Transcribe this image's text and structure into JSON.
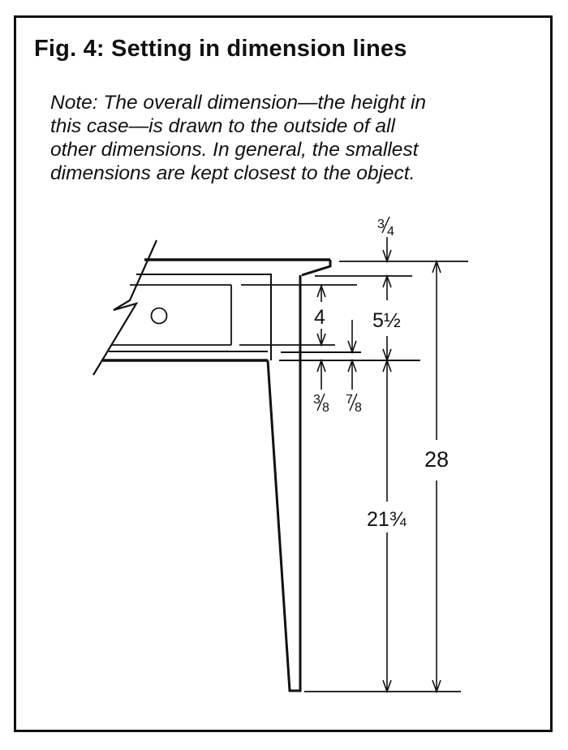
{
  "figure": {
    "title": "Fig. 4: Setting in dimension lines",
    "note_lines": [
      "Note: The overall dimension—the height in",
      "this case—is drawn to the outside of all",
      "other dimensions. In general, the smallest",
      "dimensions are kept closest to the object."
    ]
  },
  "dimensions": {
    "top_thickness": "3/4",
    "apron_inner": "4",
    "apron_height": "5½",
    "rail_gap_a": "3/8",
    "rail_gap_b": "7/8",
    "leg_height": "21¾",
    "overall_height": "28"
  },
  "labels": {
    "top_thickness": {
      "num": "3",
      "den": "4"
    },
    "rail_gap_a": {
      "num": "3",
      "den": "8"
    },
    "rail_gap_b": {
      "num": "7",
      "den": "8"
    },
    "apron_inner": "4",
    "apron_height": "5½",
    "leg_height": "21¾",
    "overall_height": "28"
  },
  "colors": {
    "ink": "#111111",
    "paper": "#ffffff"
  }
}
